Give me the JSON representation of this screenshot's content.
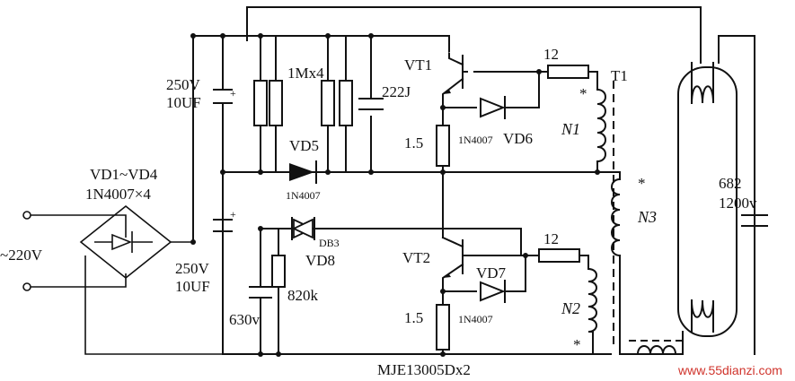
{
  "labels": {
    "vd1_vd4": "VD1~VD4",
    "diode_bridge": "1N4007×4",
    "mains": "~220V",
    "cap_top_v": "250V",
    "cap_top_c": "10UF",
    "cap_bot_v": "250V",
    "cap_bot_c": "10UF",
    "resistors_top": "1Mx4",
    "cap_222": "222J",
    "vt1": "VT1",
    "vt2": "VT2",
    "vd5": "VD5",
    "vd5_part": "1N4007",
    "vd6": "VD6",
    "vd6_part": "1N4007",
    "vd7": "VD7",
    "vd7_part": "1N4007",
    "vd8": "VD8",
    "db3": "DB3",
    "r_12_top": "12",
    "r_12_bot": "12",
    "r_15_top": "1.5",
    "r_15_bot": "1.5",
    "r_820k": "820k",
    "cap_630v": "630v",
    "t1": "T1",
    "n1": "N1",
    "n2": "N2",
    "n3": "N3",
    "cap_682": "682",
    "cap_1200v": "1200v",
    "transistors": "MJE13005Dx2",
    "watermark": "www.55dianzi.com"
  }
}
